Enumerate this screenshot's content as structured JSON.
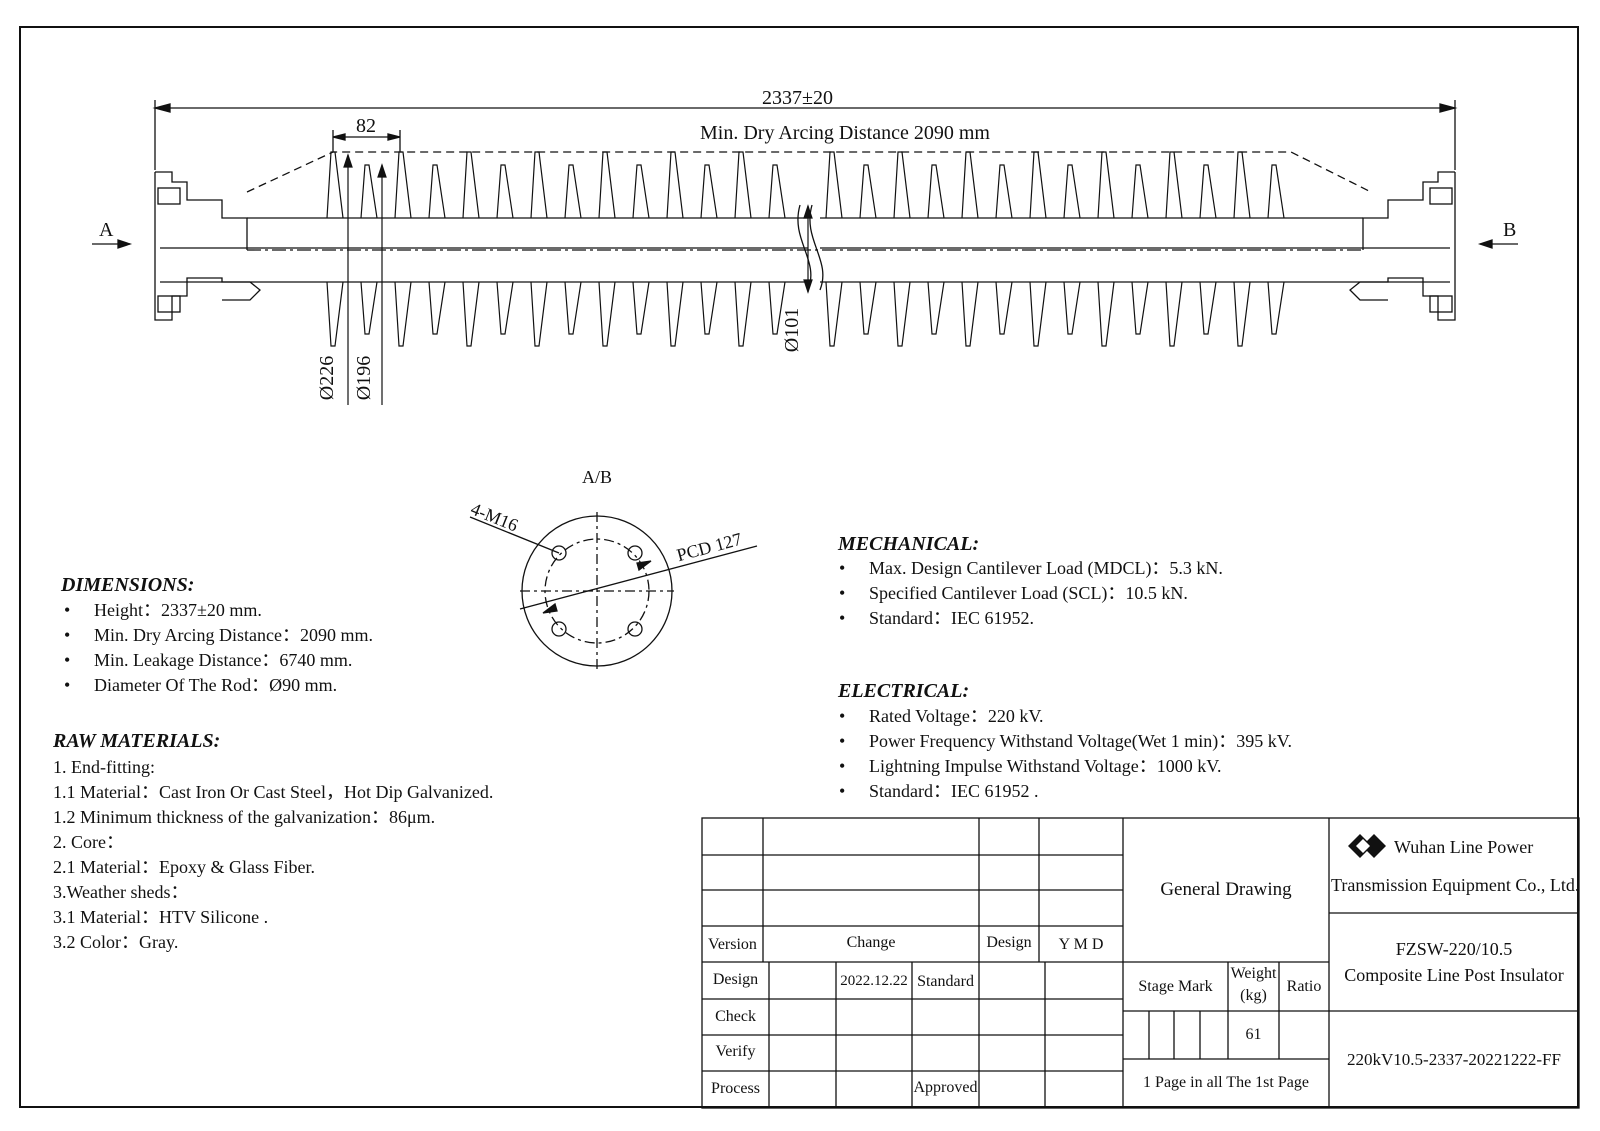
{
  "top_view": {
    "overall_height": "2337±20",
    "arcing_label": "Min. Dry Arcing Distance 2090 mm",
    "shed_spacing": "82",
    "view_a": "A",
    "view_b": "B",
    "dia_226": "Ø226",
    "dia_196": "Ø196",
    "dia_101": "Ø101"
  },
  "section_view": {
    "title": "A/B",
    "bolts": "4-M16",
    "pcd": "PCD 127"
  },
  "dimensions": {
    "heading": "DIMENSIONS:",
    "items": [
      "Height：2337±20 mm.",
      "Min. Dry Arcing Distance：2090 mm.",
      "Min. Leakage Distance：6740 mm.",
      "Diameter Of  The Rod：Ø90 mm."
    ]
  },
  "raw_materials": {
    "heading": "RAW MATERIALS:",
    "lines": [
      "1. End-fitting:",
      "1.1 Material：Cast Iron Or Cast Steel，Hot Dip Galvanized.",
      "1.2 Minimum thickness of the galvanization：86μm.",
      "2. Core：",
      "2.1 Material：Epoxy & Glass Fiber.",
      "3.Weather sheds：",
      "3.1 Material：HTV Silicone .",
      "3.2 Color：Gray."
    ]
  },
  "mechanical": {
    "heading": "MECHANICAL:",
    "items": [
      "Max. Design Cantilever Load (MDCL)：5.3 kN.",
      "Specified Cantilever Load (SCL)：10.5 kN.",
      "Standard：IEC 61952."
    ]
  },
  "electrical": {
    "heading": "ELECTRICAL:",
    "items": [
      "Rated Voltage：220 kV.",
      "Power Frequency Withstand Voltage(Wet 1 min)：395 kV.",
      "Lightning Impulse Withstand Voltage：1000 kV.",
      "Standard：IEC 61952 ."
    ]
  },
  "title_block": {
    "version": "Version",
    "change": "Change",
    "design_col": "Design",
    "ymd": "Y M D",
    "design_row": "Design",
    "date": "2022.12.22",
    "standard": "Standard",
    "check": "Check",
    "verify": "Verify",
    "process": "Process",
    "approved": "Approved",
    "general_drawing": "General Drawing",
    "stage_mark": "Stage Mark",
    "weight_line1": "Weight",
    "weight_line2": "(kg)",
    "ratio": "Ratio",
    "weight_value": "61",
    "page_info": "1 Page in all The 1st Page",
    "company_line1": "Wuhan Line Power",
    "company_line2": "Transmission Equipment Co., Ltd.",
    "model": "FZSW-220/10.5",
    "product": "Composite Line Post Insulator",
    "drawing_no": "220kV10.5-2337-20221222-FF"
  }
}
